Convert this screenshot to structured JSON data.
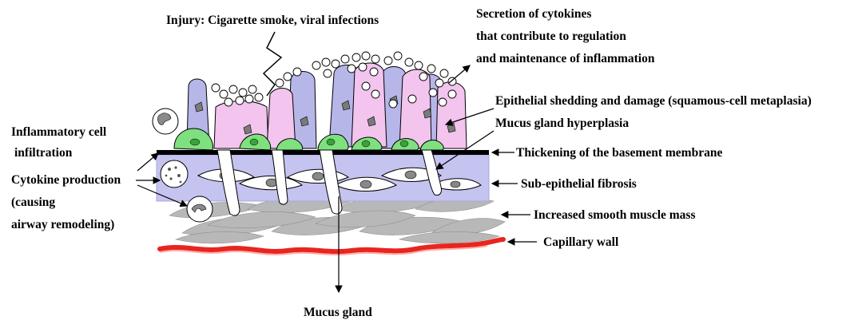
{
  "labels": {
    "injury": "Injury: Cigarette smoke, viral infections",
    "secretion": [
      "Secretion of cytokines",
      "that contribute to regulation",
      "and maintenance of inflammation"
    ],
    "epithelial_shedding": "Epithelial shedding and damage (squamous-cell metaplasia)",
    "mucus_gland_hyperplasia": "Mucus gland hyperplasia",
    "basement_membrane": "Thickening of the basement membrane",
    "subepithelial_fibrosis": "Sub-epithelial fibrosis",
    "smooth_muscle": "Increased smooth muscle mass",
    "capillary_wall": "Capillary wall",
    "mucus_gland": "Mucus gland",
    "inflammatory_cell": [
      "Inflammatory cell",
      "infiltration"
    ],
    "cytokine_production": [
      "Cytokine production",
      "(causing",
      "airway remodeling)"
    ]
  },
  "colors": {
    "lavender_layer": "#c5c3ef",
    "blue_cell": "#b7b6e9",
    "pink_cell": "#f2c4ee",
    "green_cell": "#7fe07f",
    "basement_membrane": "#000000",
    "smooth_muscle": "#b3b3b3",
    "capillary": "#e8251f"
  }
}
